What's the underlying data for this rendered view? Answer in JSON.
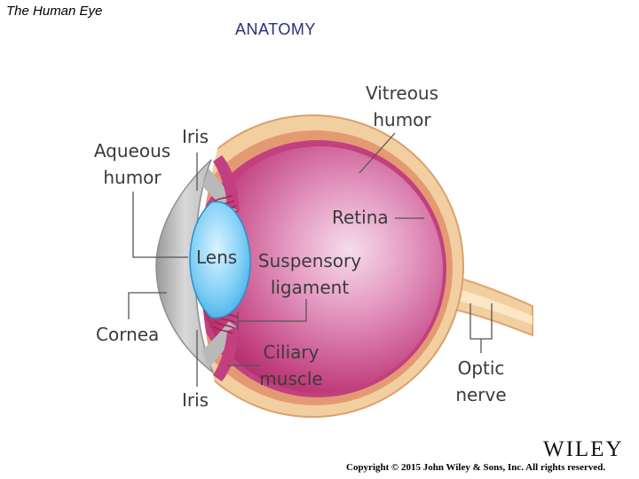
{
  "header": {
    "corner_title": "The Human Eye",
    "section_title": "ANATOMY"
  },
  "labels": {
    "vitreous_humor_1": "Vitreous",
    "vitreous_humor_2": "humor",
    "iris_top": "Iris",
    "aqueous_humor_1": "Aqueous",
    "aqueous_humor_2": "humor",
    "retina": "Retina",
    "lens": "Lens",
    "suspensory_1": "Suspensory",
    "suspensory_2": "ligament",
    "cornea": "Cornea",
    "ciliary_1": "Ciliary",
    "ciliary_2": "muscle",
    "iris_bottom": "Iris",
    "optic_1": "Optic",
    "optic_2": "nerve"
  },
  "footer": {
    "publisher_logo": "WILEY",
    "copyright": "Copyright © 2015 John Wiley & Sons, Inc. All rights reserved."
  },
  "colors": {
    "sclera": "#f2cfa0",
    "choroid": "#e39a73",
    "vitreous": "#b8306e",
    "lens": "#63bfee",
    "cornea": "#c7c7c7",
    "label_text": "#3b3b3b",
    "anatomy_title": "#2b2f7a"
  }
}
